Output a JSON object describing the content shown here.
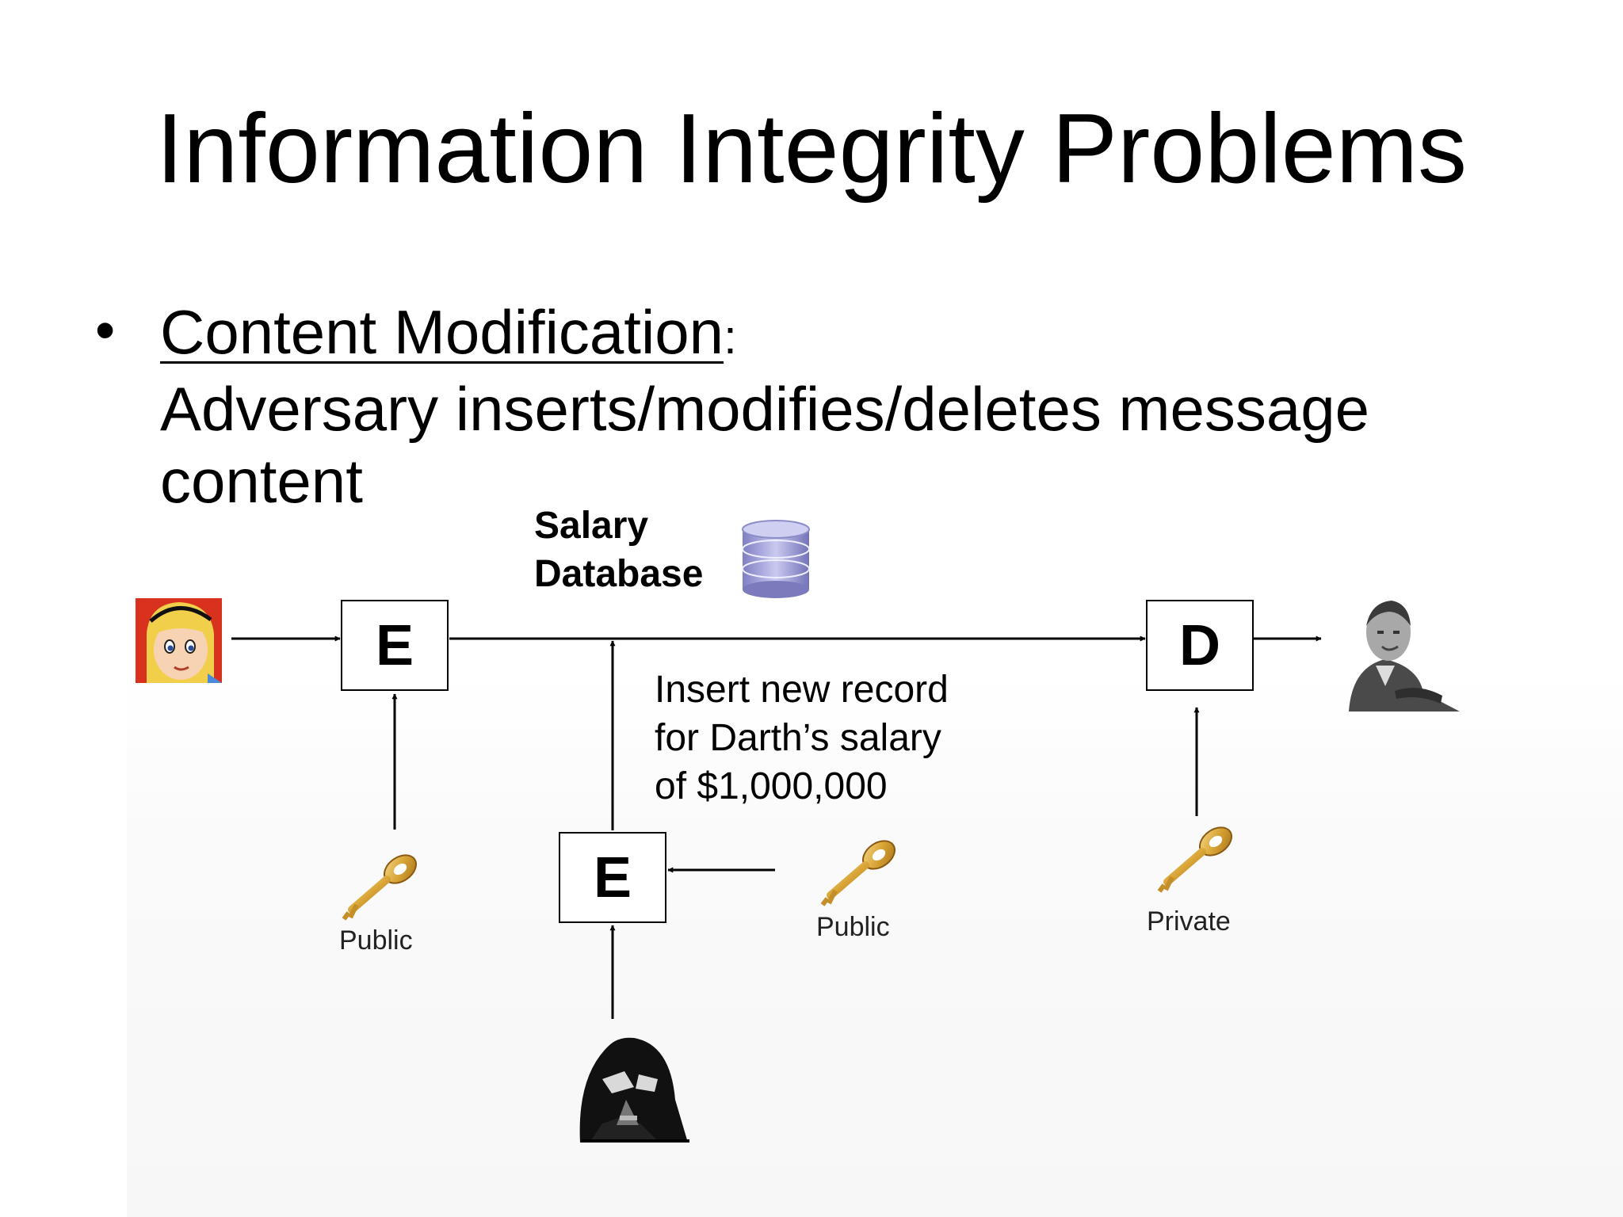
{
  "slide": {
    "title": "Information Integrity Problems",
    "bullet": {
      "heading": "Content Modification",
      "colon": ":",
      "line1": "Adversary inserts/modifies/deletes message",
      "line2": "content"
    }
  },
  "diagram": {
    "database": {
      "line1": "Salary",
      "line2": "Database",
      "icon": "database-icon"
    },
    "encrypt_box_top": "E",
    "decrypt_box": "D",
    "encrypt_box_bottom": "E",
    "annotation": {
      "line1": "Insert new record",
      "line2": "for Darth’s salary",
      "line3": "of $1,000,000"
    },
    "keys": {
      "left": "Public",
      "middle": "Public",
      "right": "Private"
    },
    "figures": {
      "sender": "alice-cartoon-icon",
      "receiver": "man-portrait-icon",
      "adversary": "darth-vader-icon"
    }
  }
}
